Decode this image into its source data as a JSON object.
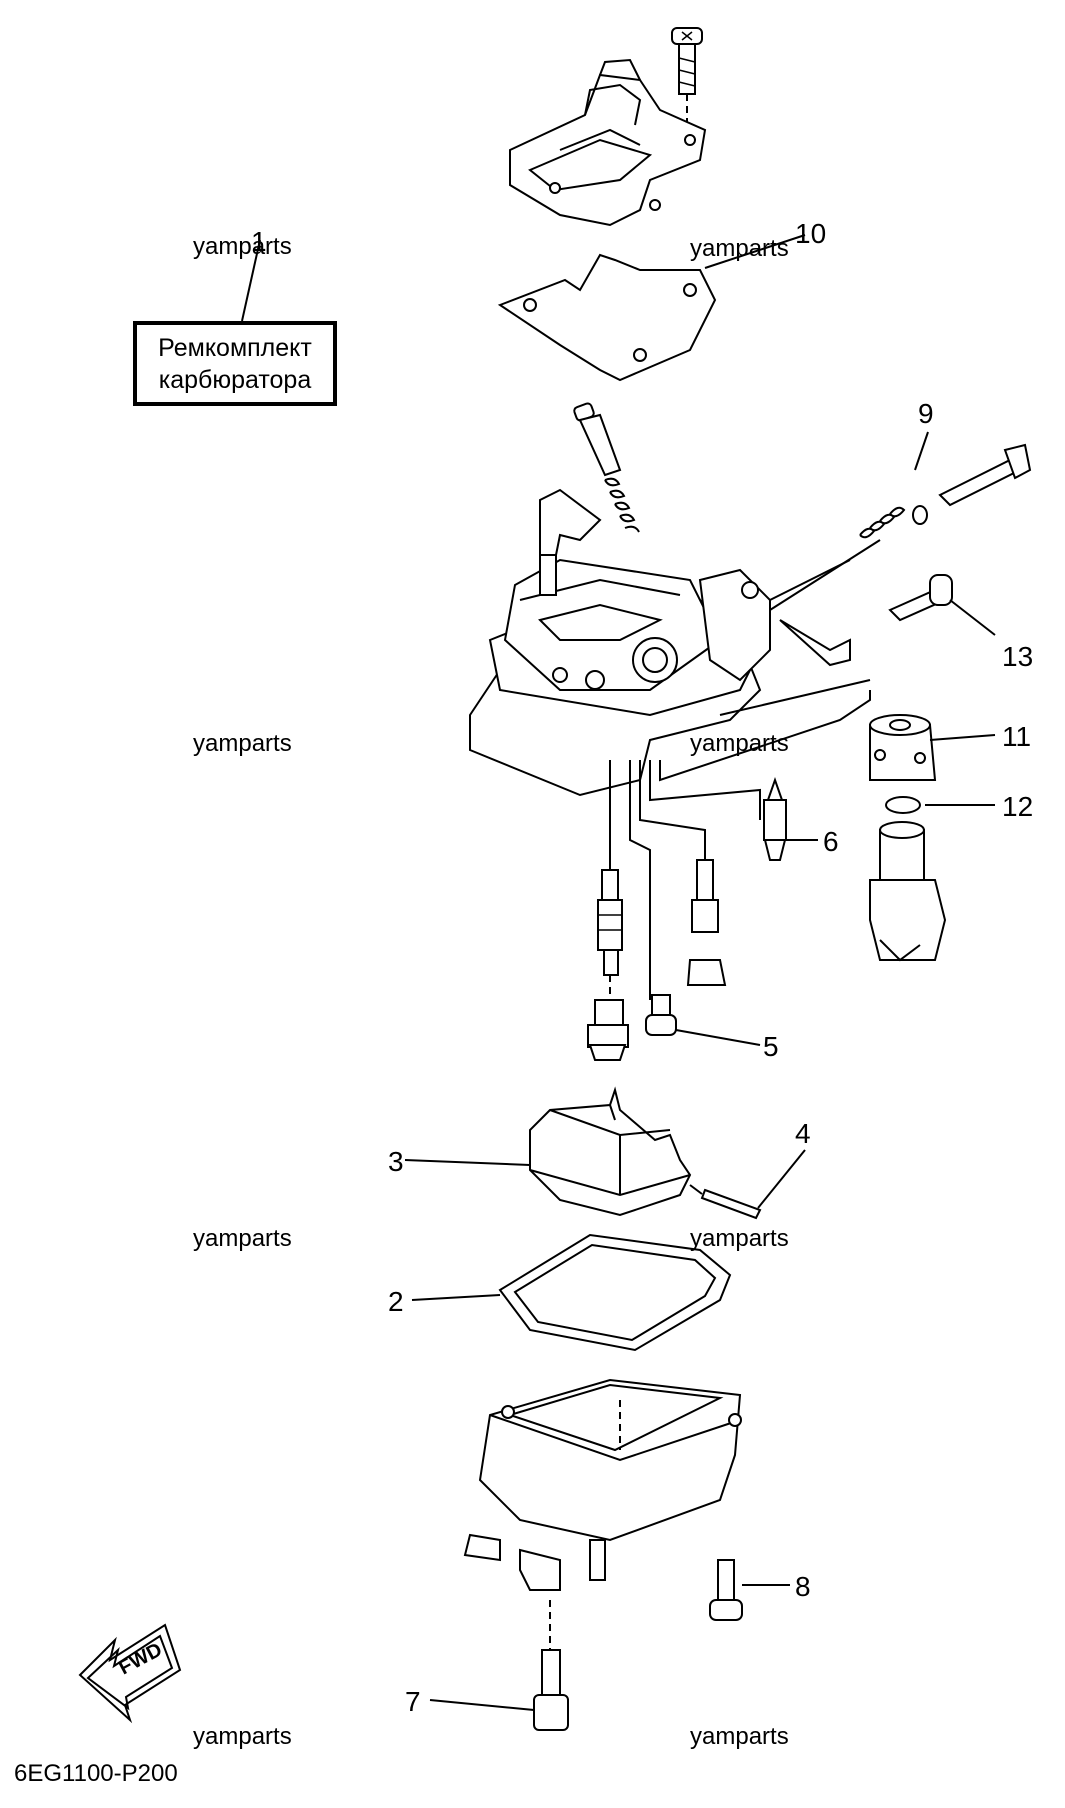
{
  "diagram": {
    "code": "6EG1100-P200",
    "kit_label": {
      "line1": "Ремкомплект",
      "line2": "карбюратора"
    },
    "watermark": "yamparts",
    "fwd_label": "FWD",
    "callouts": [
      "1",
      "2",
      "3",
      "4",
      "5",
      "6",
      "7",
      "8",
      "9",
      "10",
      "11",
      "12",
      "13"
    ]
  }
}
